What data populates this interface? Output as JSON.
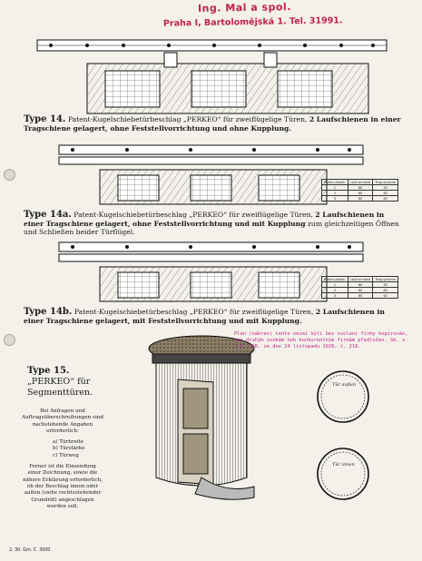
{
  "stamp": {
    "line1": "Ing. Mal a spol.",
    "line2": "Praha I, Bartolomějská 1. Tel. 31991."
  },
  "type14": {
    "label": "Type 14.",
    "text_before": "Patent-Kugelschiebetürbeschlag „PERKEO“ für zweiflügelige Türen, ",
    "text_bold": "2 Laufschienen in einer Tragschiene gelagert, ohne Feststellvorrichtung und ohne Kupplung."
  },
  "type14a": {
    "label": "Type 14a.",
    "text_before": "Patent-Kugelschiebetürbeschlag „PERKEO“ für zweiflügelige Türen, ",
    "text_bold": "2 Laufschienen in einer Tragschiene gelagert, ohne Feststellvorrichtung und mit Kupplung",
    "text_after": " zum gleichzeitigen Öffnen und Schließen beider Türflügel."
  },
  "type14b": {
    "label": "Type 14b.",
    "text_before": "Patent-Kugelschiebetürbeschlag „PERKEO“ für zweiflügelige Türen, ",
    "text_bold": "2 Laufschienen in einer Tragschiene gelagert, mit Feststellvorrichtung und mit Kupplung."
  },
  "type15": {
    "label": "Type 15.",
    "text": "„PERKEO“ für Segmenttüren."
  },
  "notice": "Plán (nákres) tento nesmí býti bez svolení firmy kopírován, ani druhým osobám neb konkurenčním firmám předložen. Sb. z. a n. ČSR. ze dne 24 listopadu 1926, č. 218.",
  "inquiry": {
    "intro": "Bei Anfragen und Auftragsüberschreibungen sind nachstehende Angaben erforderlich:",
    "items": [
      "a) Türbreite",
      "b) Türstärke",
      "c) Türweg"
    ],
    "note": "Ferner ist die Einsendung einer Zeichnung, sowie die nähere Erklärung erforderlich, ob der Beschlag innen oder außen (siehe rechtsstehender Grundriß) angeschlagen werden soll."
  },
  "circles": {
    "outer_label": "Tür außen",
    "inner_label": "Tür innen"
  },
  "dim_table": {
    "header": [
      "Rollen-Abstd.",
      "Lauf-schiene",
      "Trag-schiene"
    ],
    "rows": [
      [
        "1",
        "60",
        "52"
      ],
      [
        "2",
        "60",
        "62"
      ],
      [
        "3",
        "60",
        "62"
      ]
    ]
  },
  "footer": "2. 30. Gm. C. 3000"
}
